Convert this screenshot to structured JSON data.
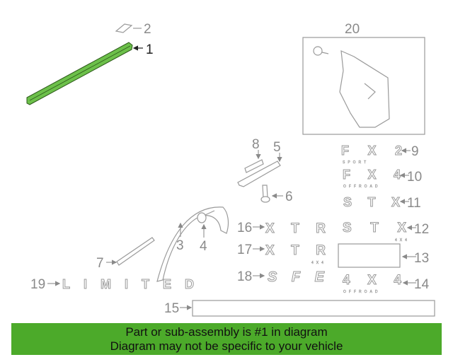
{
  "diagram": {
    "highlighted_part": "1",
    "highlight_color": "#6cc04a",
    "callouts": [
      "1",
      "2",
      "3",
      "4",
      "5",
      "6",
      "7",
      "8",
      "9",
      "10",
      "11",
      "12",
      "13",
      "14",
      "15",
      "16",
      "17",
      "18",
      "19",
      "20"
    ],
    "emblems": {
      "fx2": {
        "main": "FX2",
        "sub": "SPORT"
      },
      "fx4": {
        "main": "FX4",
        "sub": "OFFROAD"
      },
      "stx11": {
        "main": "STX"
      },
      "stx12": {
        "main": "STX",
        "sub": "4X4"
      },
      "x4x4": {
        "main": "4X4",
        "sub": "OFFROAD"
      },
      "xtr16": {
        "main": "XTR"
      },
      "xtr17": {
        "main": "XTR",
        "sub": "4X4"
      },
      "sfe": {
        "main": "SFE"
      },
      "limited": {
        "main": "LIMITED"
      }
    }
  },
  "banner": {
    "line1": "Part or sub-assembly is #1 in diagram",
    "line2": "Diagram may not be specific to your vehicle",
    "color": "#4caa2a"
  }
}
